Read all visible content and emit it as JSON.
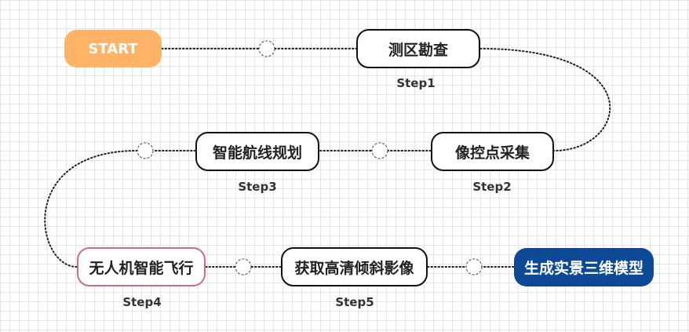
{
  "nodes": {
    "start": "START",
    "survey": "测区勘查",
    "control_points": "像控点采集",
    "route_planning": "智能航线规划",
    "uav_flight": "无人机智能飞行",
    "oblique_images": "获取高清倾斜影像",
    "model": "生成实景三维模型"
  },
  "steps": {
    "step1": "Step1",
    "step2": "Step2",
    "step3": "Step3",
    "step4": "Step4",
    "step5": "Step5"
  },
  "colors": {
    "start_fill": "#ffb366",
    "final_fill": "#0e4996",
    "pink_border": "#cc6b8e",
    "node_border": "#111111"
  }
}
